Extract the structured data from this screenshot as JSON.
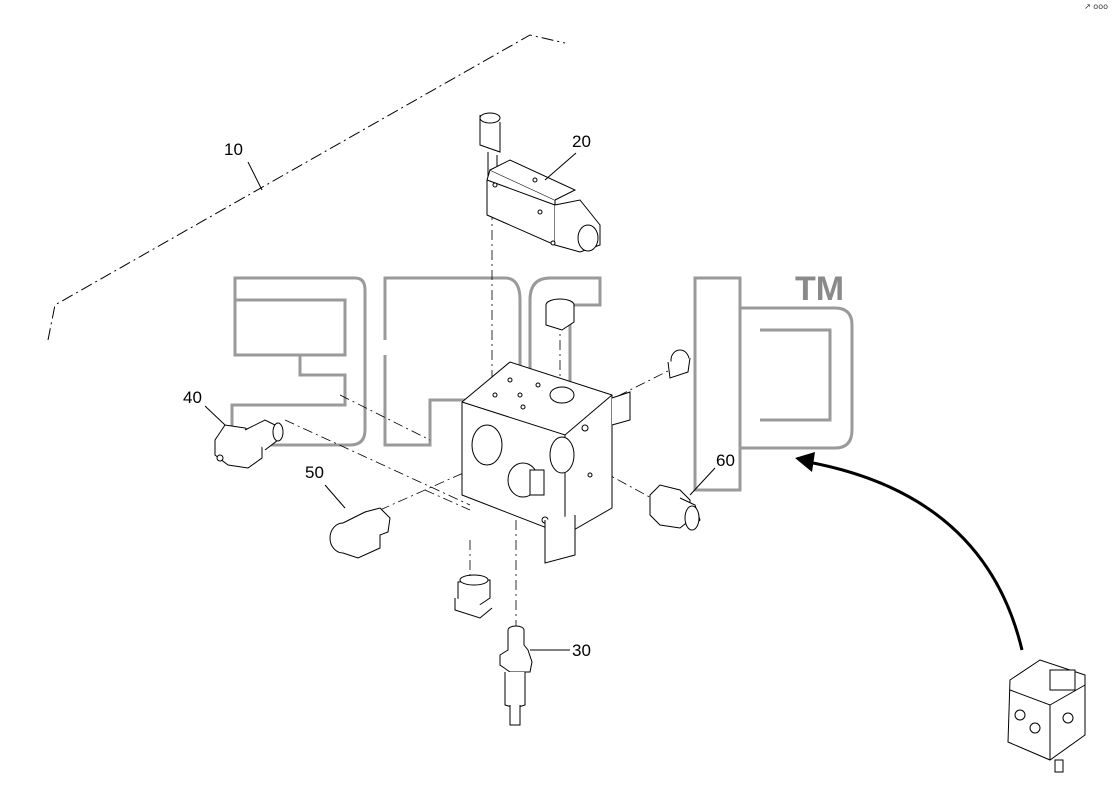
{
  "diagram": {
    "labels": [
      {
        "id": "callout-10",
        "text": "10"
      },
      {
        "id": "callout-20",
        "text": "20"
      },
      {
        "id": "callout-30",
        "text": "30"
      },
      {
        "id": "callout-40",
        "text": "40"
      },
      {
        "id": "callout-50",
        "text": "50"
      },
      {
        "id": "callout-60",
        "text": "60"
      }
    ],
    "watermark": {
      "trademark": "TM"
    },
    "corner_mark": "↗ ooo"
  },
  "colors": {
    "line": "#000000",
    "watermark": "#9a9a9a",
    "background": "#ffffff"
  }
}
